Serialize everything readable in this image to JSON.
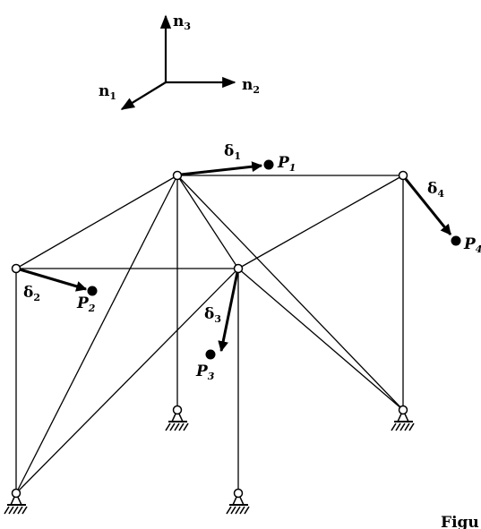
{
  "axes": {
    "n1": {
      "base": "n",
      "sub": "1"
    },
    "n2": {
      "base": "n",
      "sub": "2"
    },
    "n3": {
      "base": "n",
      "sub": "3"
    }
  },
  "vectors": {
    "delta1": {
      "base": "δ",
      "sub": "1"
    },
    "delta2": {
      "base": "δ",
      "sub": "2"
    },
    "delta3": {
      "base": "δ",
      "sub": "3"
    },
    "delta4": {
      "base": "δ",
      "sub": "4"
    }
  },
  "points": {
    "P1": {
      "base": "P",
      "sub": "1"
    },
    "P2": {
      "base": "P",
      "sub": "2"
    },
    "P3": {
      "base": "P",
      "sub": "3"
    },
    "P4": {
      "base": "P",
      "sub": "4"
    }
  },
  "caption": {
    "text": "Figu"
  },
  "colors": {
    "ink": "#000000",
    "background": "#ffffff"
  }
}
